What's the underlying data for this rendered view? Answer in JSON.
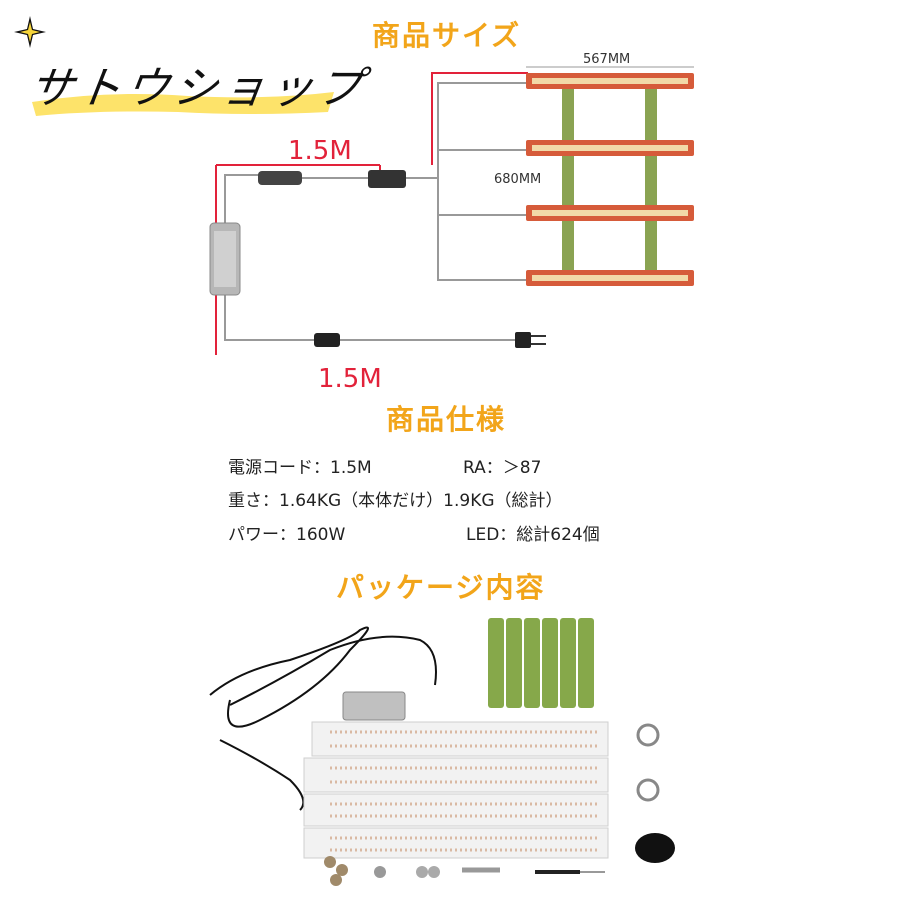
{
  "shop": {
    "name": "サトウショップ"
  },
  "sections": {
    "size_title": "商品サイズ",
    "spec_title": "商品仕様",
    "package_title": "パッケージ内容"
  },
  "diagram": {
    "width_label": "567MM",
    "height_label": "680MM",
    "cable_upper": "1.5M",
    "cable_lower": "1.5M"
  },
  "specs": {
    "power_cord": "電源コード：1.5M",
    "ra": "RA：＞87",
    "weight": "重さ：1.64KG（本体だけ）1.9KG（総計）",
    "power": "パワー：160W",
    "led": "LED：総計624個"
  },
  "colors": {
    "accent": "#f2a51a",
    "dimension_red": "#e2223a",
    "highlight_yellow": "#fde36a",
    "rail_green": "#8aa352"
  }
}
